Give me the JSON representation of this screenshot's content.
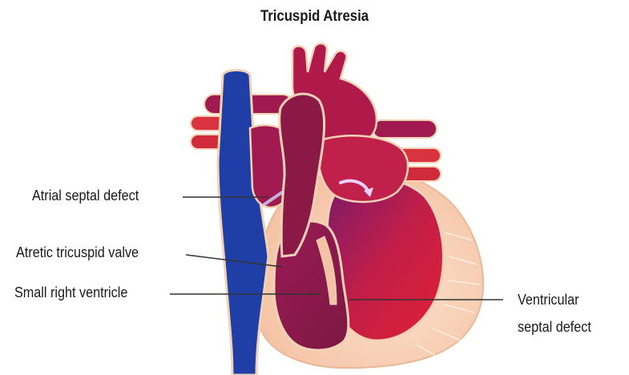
{
  "title": "Tricuspid Atresia",
  "labels": {
    "atrial_septal_defect": "Atrial septal defect",
    "atretic_tricuspid_valve": "Atretic tricuspid valve",
    "small_right_ventricle": "Small right ventricle",
    "ventricular_line1": "Ventricular",
    "ventricular_line2": "septal defect"
  },
  "colors": {
    "vena_cava": "#1f3fa6",
    "aorta": "#b01a4a",
    "pulmonary_artery": "#8a1a45",
    "pulmonary_veins": "#d9333f",
    "left_ventricle": "#cf1f3a",
    "myocardium": "#f7c9ad",
    "outline": "#f2d2b6"
  }
}
